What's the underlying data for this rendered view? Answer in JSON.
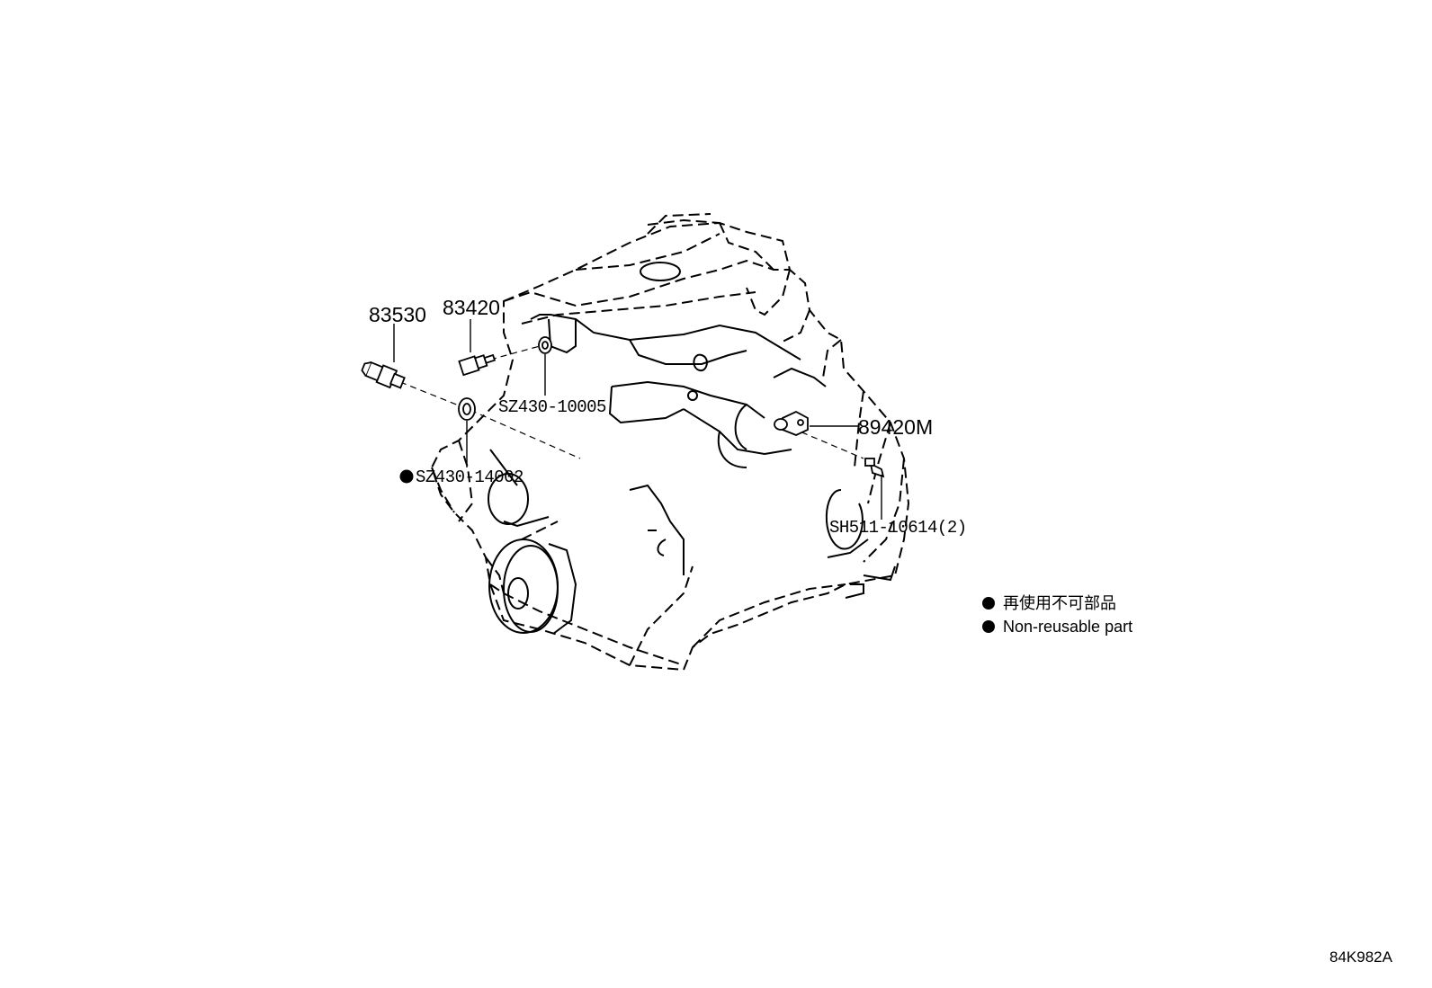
{
  "parts": {
    "p83530": "83530",
    "p83420": "83420",
    "sz430_10005": "SZ430-10005",
    "sz430_14002": "SZ430-14002",
    "p89420m": "89420M",
    "sh511_10614": "SH511-10614(2)"
  },
  "legend": {
    "jp": "再使用不可部品",
    "en": "Non-reusable part"
  },
  "diagram_code": "84K982A"
}
